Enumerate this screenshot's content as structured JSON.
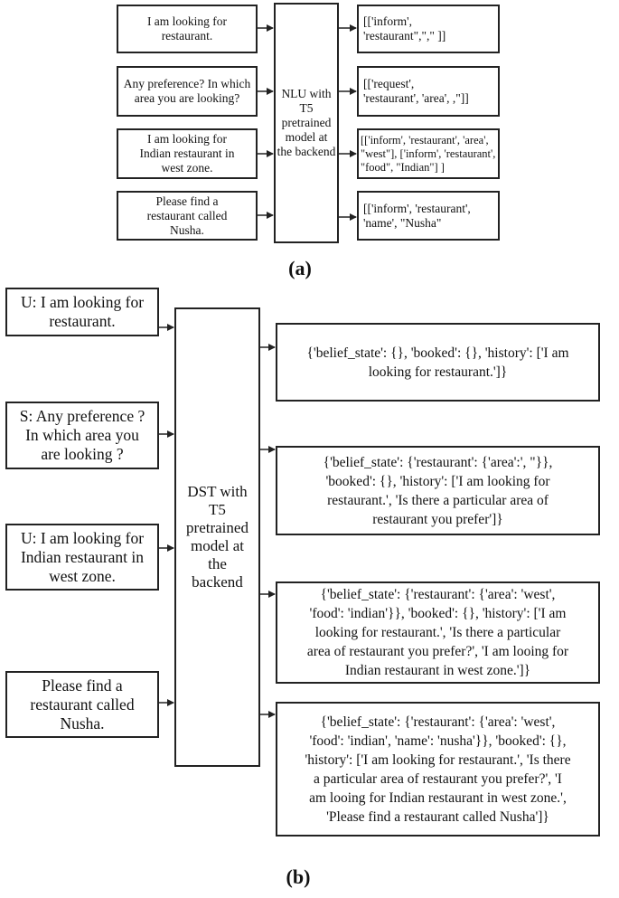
{
  "panel_a": {
    "caption": "(a)",
    "inputs": [
      "I am looking for\nrestaurant.",
      "Any preference? In which\narea you are looking?",
      "I am looking for\nIndian restaurant in\nwest zone.",
      "Please find a\nrestaurant called\nNusha."
    ],
    "center": "NLU with\nT5\npretrained\nmodel at\nthe backend",
    "outputs": [
      "[['inform',\n'restaurant\",\",\" ]]",
      "[['request',\n'restaurant', 'area', ,\"]]",
      "[['inform', 'restaurant', 'area',\n\"west\"], ['inform', 'restaurant',\n\"food\", \"Indian\"] ]",
      "[['inform', 'restaurant',\n'name', \"Nusha\""
    ]
  },
  "panel_b": {
    "caption": "(b)",
    "inputs": [
      "U: I am looking for\nrestaurant.",
      "S: Any preference ?\nIn which area you\nare looking ?",
      "U: I am looking for\nIndian restaurant in\nwest zone.",
      "Please find a\nrestaurant called\nNusha."
    ],
    "center": "DST with\nT5\npretrained\nmodel at\nthe\nbackend",
    "outputs": [
      "{'belief_state': {}, 'booked': {}, 'history': ['I am\nlooking for restaurant.']}",
      "{'belief_state': {'restaurant': {'area':', \"}},\n'booked': {}, 'history': ['I am looking for\nrestaurant.', 'Is there a particular area of\nrestaurant you prefer']}",
      "{'belief_state': {'restaurant': {'area': 'west',\n'food': 'indian'}}, 'booked': {}, 'history': ['I am\nlooking for restaurant.', 'Is there a particular\narea of restaurant you prefer?', 'I am looing for\nIndian restaurant in west zone.']}",
      "{'belief_state': {'restaurant': {'area': 'west',\n'food': 'indian', 'name': 'nusha'}}, 'booked': {},\n'history': ['I am looking for restaurant.', 'Is there\na particular area of restaurant you prefer?', 'I\nam looing for Indian restaurant in west zone.',\n'Please find a restaurant called Nusha']}"
    ]
  }
}
